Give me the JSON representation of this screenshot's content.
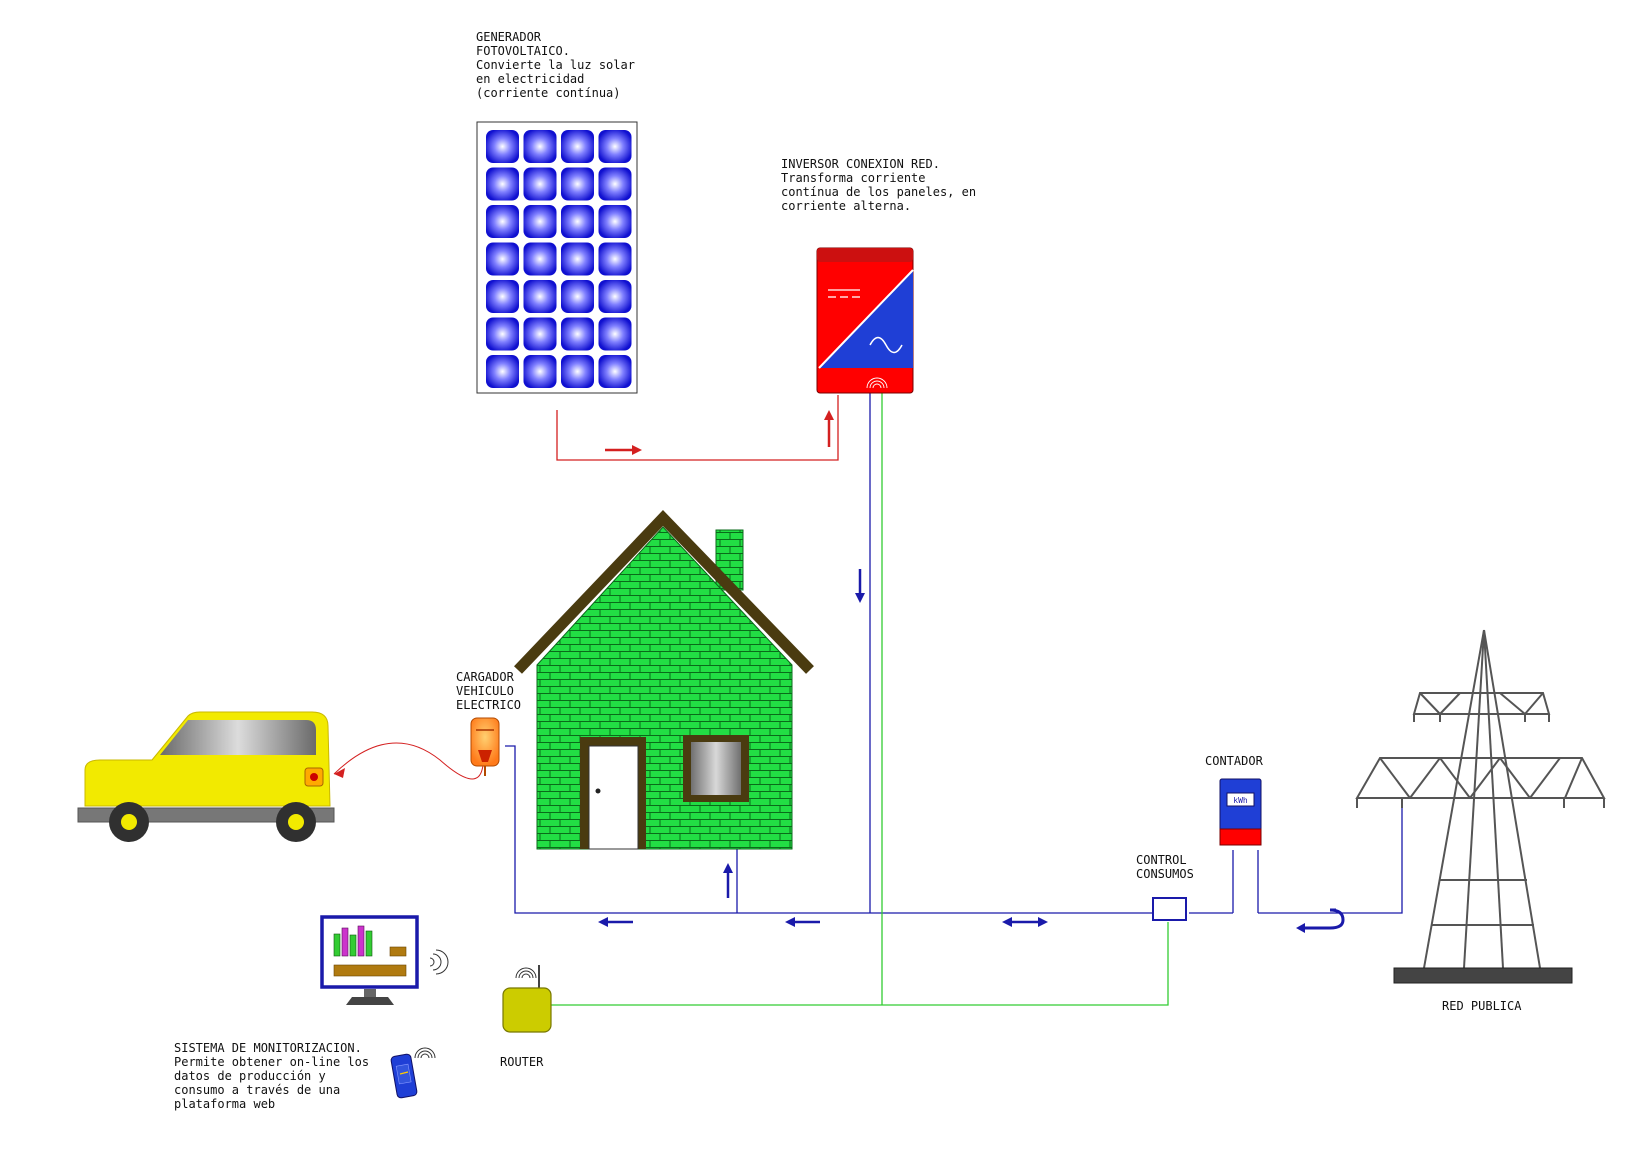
{
  "labels": {
    "generator": [
      "GENERADOR",
      "FOTOVOLTAICO.",
      "Convierte la luz solar",
      "en electricidad",
      "(corriente contínua)"
    ],
    "inverter": [
      "INVERSOR CONEXION RED.",
      "Transforma corriente",
      "contínua de los paneles, en",
      "corriente alterna."
    ],
    "charger": [
      "CARGADOR",
      "VEHICULO",
      "ELECTRICO"
    ],
    "meter": [
      "CONTADOR"
    ],
    "control": [
      "CONTROL",
      "CONSUMOS"
    ],
    "router": [
      "ROUTER"
    ],
    "grid": [
      "RED PUBLICA"
    ],
    "monitoring": [
      "SISTEMA DE MONITORIZACION.",
      "Permite obtener on-line los",
      "datos de producción y",
      "consumo a través de una",
      "plataforma web"
    ],
    "meter_display": "kWh"
  },
  "colors": {
    "dc_line": "#d42020",
    "ac_line": "#1a1aaa",
    "data_line": "#33cc33",
    "inverter_red": "#ff0000",
    "inverter_blue": "#1f3fd6",
    "house_green": "#22dd44",
    "roof": "#4a3b10",
    "car_yellow": "#f2ea00",
    "router_yellow": "#cccc00",
    "pylon_gray": "#555555"
  },
  "icons": [
    "solar-panel-icon",
    "inverter-icon",
    "house-icon",
    "car-icon",
    "ev-charger-icon",
    "meter-icon",
    "consumption-control-icon",
    "router-icon",
    "monitor-icon",
    "smartphone-icon",
    "power-pylon-icon",
    "wifi-icon"
  ]
}
